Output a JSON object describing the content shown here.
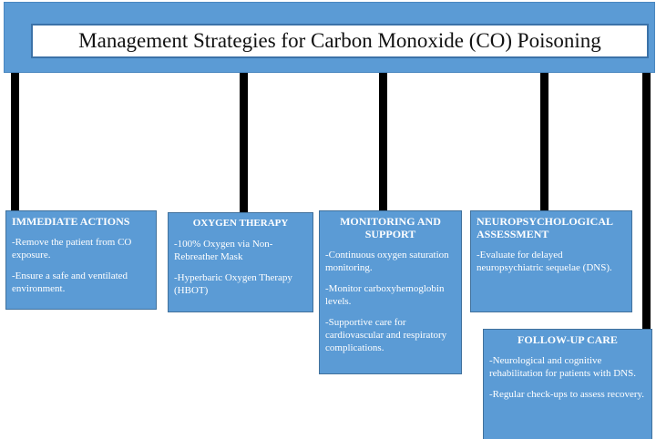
{
  "title": "Management Strategies for Carbon Monoxide (CO) Poisoning",
  "colors": {
    "box_fill": "#5b9bd5",
    "box_border": "#41719c",
    "stem": "#000000",
    "text": "#ffffff"
  },
  "boxes": [
    {
      "title": "IMMEDIATE ACTIONS",
      "items": [
        "-Remove the patient from CO exposure.",
        "-Ensure a safe and ventilated environment."
      ]
    },
    {
      "title": "OXYGEN THERAPY",
      "items": [
        "-100% Oxygen via Non-Rebreather Mask",
        "-Hyperbaric Oxygen Therapy (HBOT)"
      ]
    },
    {
      "title": "MONITORING AND SUPPORT",
      "items": [
        "-Continuous oxygen saturation monitoring.",
        "-Monitor carboxyhemoglobin levels.",
        "-Supportive care for cardiovascular and respiratory complications."
      ]
    },
    {
      "title": "NEUROPSYCHOLOGICAL ASSESSMENT",
      "items": [
        "-Evaluate for delayed neuropsychiatric sequelae (DNS)."
      ]
    },
    {
      "title": "FOLLOW-UP CARE",
      "items": [
        "-Neurological and cognitive rehabilitation for patients with DNS.",
        "-Regular check-ups to assess recovery."
      ]
    }
  ]
}
